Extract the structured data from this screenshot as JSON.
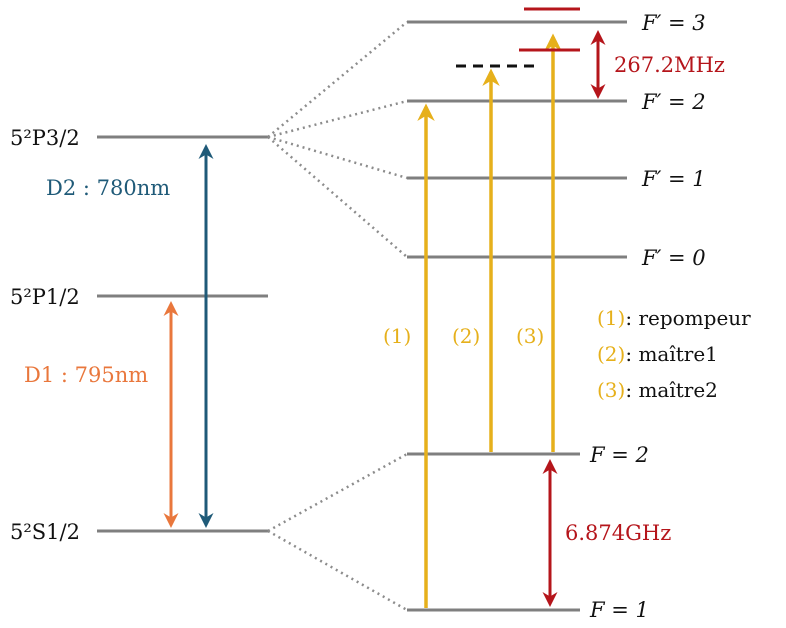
{
  "colors": {
    "level": "#7f7f7f",
    "connector": "#8c8c8c",
    "d2": "#1f5a78",
    "d1": "#e9773c",
    "laser": "#e6b01b",
    "hyperfine": "#b5151b",
    "text": "#111111"
  },
  "fine_levels": {
    "p32": "5²P3/2",
    "p12": "5²P1/2",
    "s12": "5²S1/2"
  },
  "hyperfine_levels": {
    "fp3": "F′ = 3",
    "fp2": "F′ = 2",
    "fp1": "F′ = 1",
    "fp0": "F′ = 0",
    "f2": "F = 2",
    "f1": "F = 1"
  },
  "transitions": {
    "d2_label": "D2 : 780nm",
    "d1_label": "D1 : 795nm",
    "excited_splitting": "267.2MHz",
    "ground_splitting": "6.874GHz"
  },
  "lasers": {
    "l1": "(1)",
    "l2": "(2)",
    "l3": "(3)"
  },
  "legend": [
    {
      "tag": "(1)",
      "name": ": repompeur"
    },
    {
      "tag": "(2)",
      "name": ": maître1"
    },
    {
      "tag": "(3)",
      "name": ": maître2"
    }
  ]
}
